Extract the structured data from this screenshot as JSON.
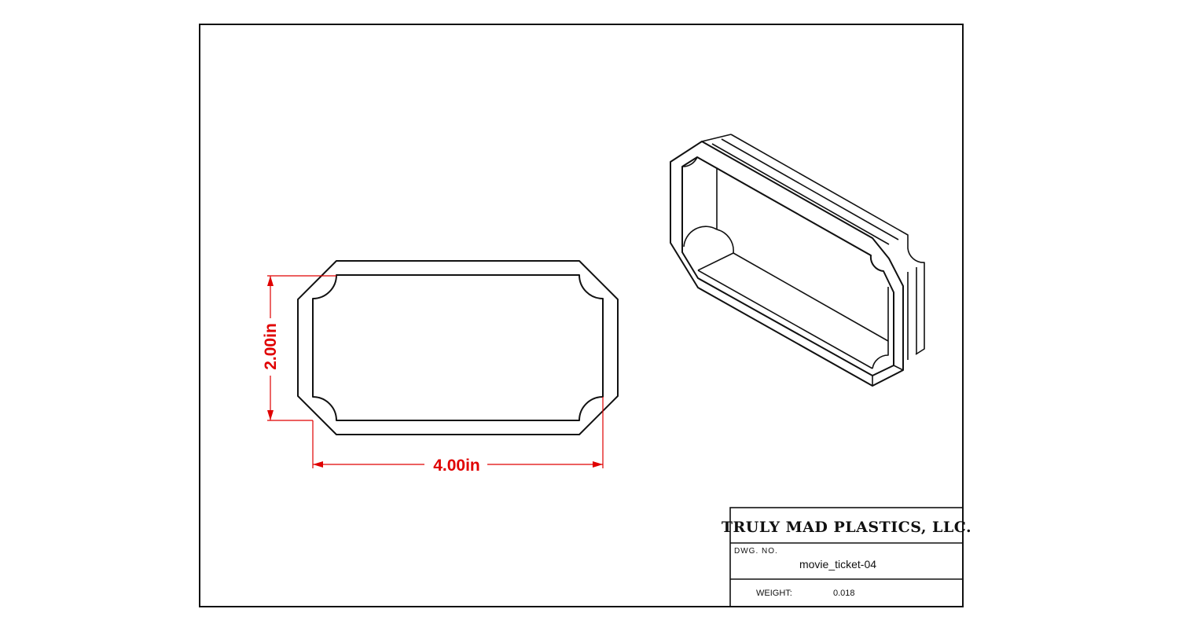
{
  "dimensions": {
    "height_label": "2.00in",
    "width_label": "4.00in"
  },
  "title_block": {
    "company": "TRULY MAD PLASTICS, LLC.",
    "drawing_number_label": "DWG. NO.",
    "drawing_number": "movie_ticket-04",
    "weight_label": "WEIGHT:",
    "weight_value": "0.018"
  },
  "colors": {
    "dimension": "#e00000",
    "line": "#111111",
    "background": "#ffffff"
  }
}
